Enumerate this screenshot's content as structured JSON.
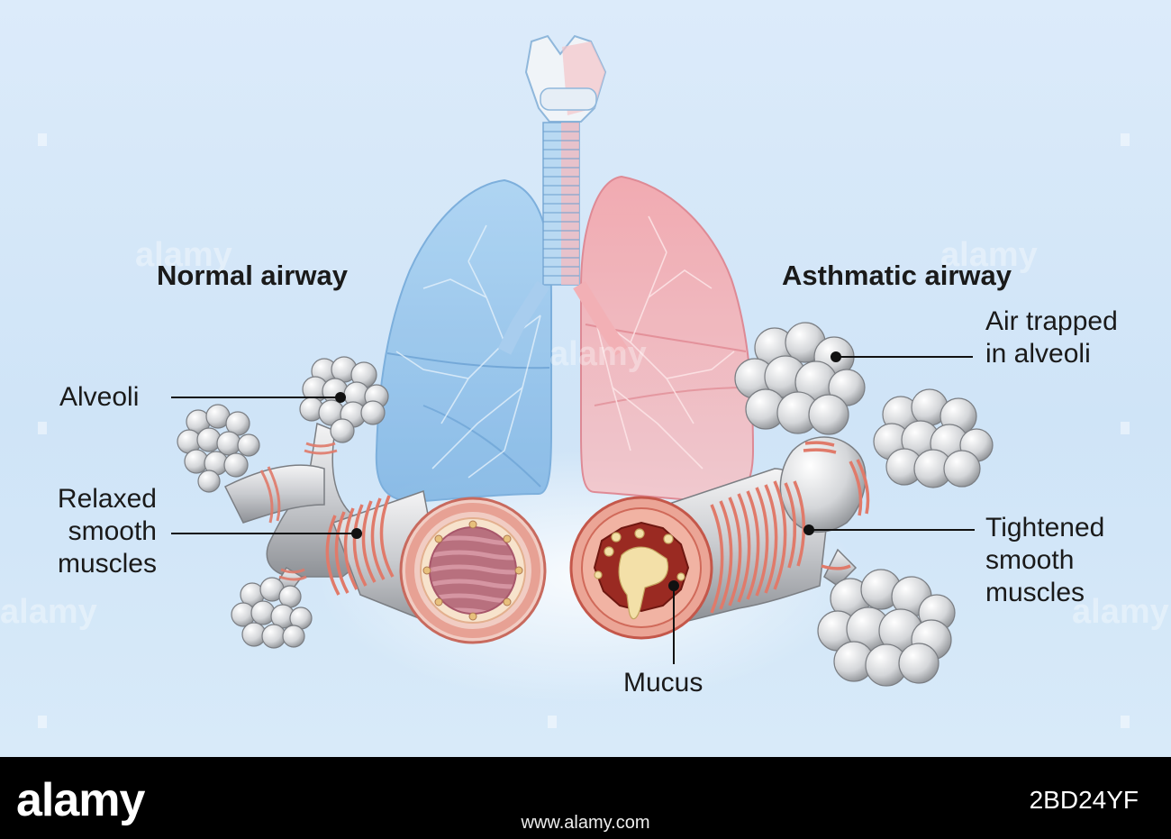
{
  "headings": {
    "normal": "Normal airway",
    "asthmatic": "Asthmatic airway"
  },
  "labels": {
    "alveoli": "Alveoli",
    "relaxed": [
      "Relaxed",
      "smooth",
      "muscles"
    ],
    "air_trapped": [
      "Air trapped",
      "in alveoli"
    ],
    "tightened": [
      "Tightened",
      "smooth",
      "muscles"
    ],
    "mucus": "Mucus"
  },
  "watermark": "alamy",
  "footer": {
    "brand": "alamy",
    "image_id": "2BD24YF",
    "url": "www.alamy.com"
  },
  "colors": {
    "normal_lung": "#9cc8ec",
    "asthmatic_lung": "#f2a0a6",
    "muscle": "#e07a6a",
    "mucus": "#f3e0a8"
  }
}
